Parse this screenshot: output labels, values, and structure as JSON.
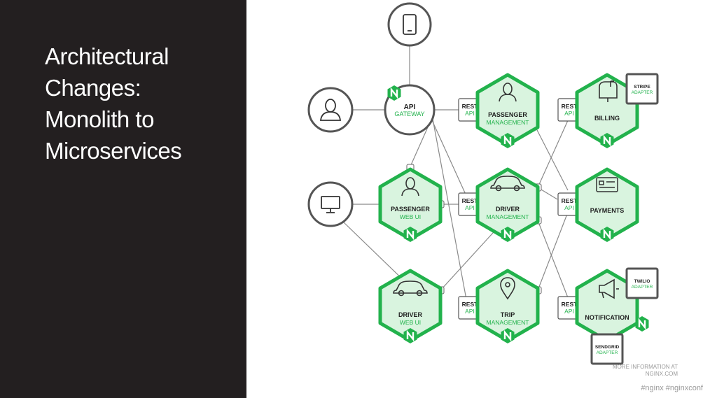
{
  "slide": {
    "title_lines": [
      "Architectural",
      "Changes:",
      "Monolith to",
      "Microservices"
    ]
  },
  "colors": {
    "panel": "#231f20",
    "accent_green": "#22b24c",
    "hex_fill": "#d9f4df",
    "line_gray": "#8a8a8a",
    "node_border": "#555555"
  },
  "clients": [
    {
      "id": "mobile",
      "icon": "mobile-phone-icon"
    },
    {
      "id": "user",
      "icon": "user-avatar-icon"
    },
    {
      "id": "desktop",
      "icon": "desktop-monitor-icon"
    }
  ],
  "gateway": {
    "line1": "API",
    "line2": "GATEWAY",
    "badge": "N"
  },
  "rest_api": {
    "line1": "REST",
    "line2": "API"
  },
  "services": [
    {
      "id": "passenger-management",
      "line1": "PASSENGER",
      "line2": "MANAGEMENT",
      "icon": "person-icon",
      "badge": "N"
    },
    {
      "id": "billing",
      "line1": "BILLING",
      "line2": "",
      "icon": "mailbox-icon",
      "badge": "N"
    },
    {
      "id": "passenger-web-ui",
      "line1": "PASSENGER",
      "line2": "WEB UI",
      "icon": "person-icon",
      "badge": "N"
    },
    {
      "id": "driver-management",
      "line1": "DRIVER",
      "line2": "MANAGEMENT",
      "icon": "car-icon",
      "badge": "N"
    },
    {
      "id": "payments",
      "line1": "PAYMENTS",
      "line2": "",
      "icon": "credit-card-icon",
      "badge": "N"
    },
    {
      "id": "driver-web-ui",
      "line1": "DRIVER",
      "line2": "WEB UI",
      "icon": "car-icon",
      "badge": "N"
    },
    {
      "id": "trip-management",
      "line1": "TRIP",
      "line2": "MANAGEMENT",
      "icon": "map-pin-icon",
      "badge": "N"
    },
    {
      "id": "notification",
      "line1": "NOTIFICATION",
      "line2": "",
      "icon": "megaphone-icon",
      "badge": "N"
    }
  ],
  "adapters": [
    {
      "id": "stripe",
      "line1": "STRIPE",
      "line2": "ADAPTER"
    },
    {
      "id": "twilio",
      "line1": "TWILIO",
      "line2": "ADAPTER"
    },
    {
      "id": "sendgrid",
      "line1": "SENDGRID",
      "line2": "ADAPTER"
    }
  ],
  "footer": {
    "more_info_line1": "MORE INFORMATION AT",
    "more_info_line2": "NGINX.COM",
    "hashtags": "#nginx  #nginxconf"
  }
}
